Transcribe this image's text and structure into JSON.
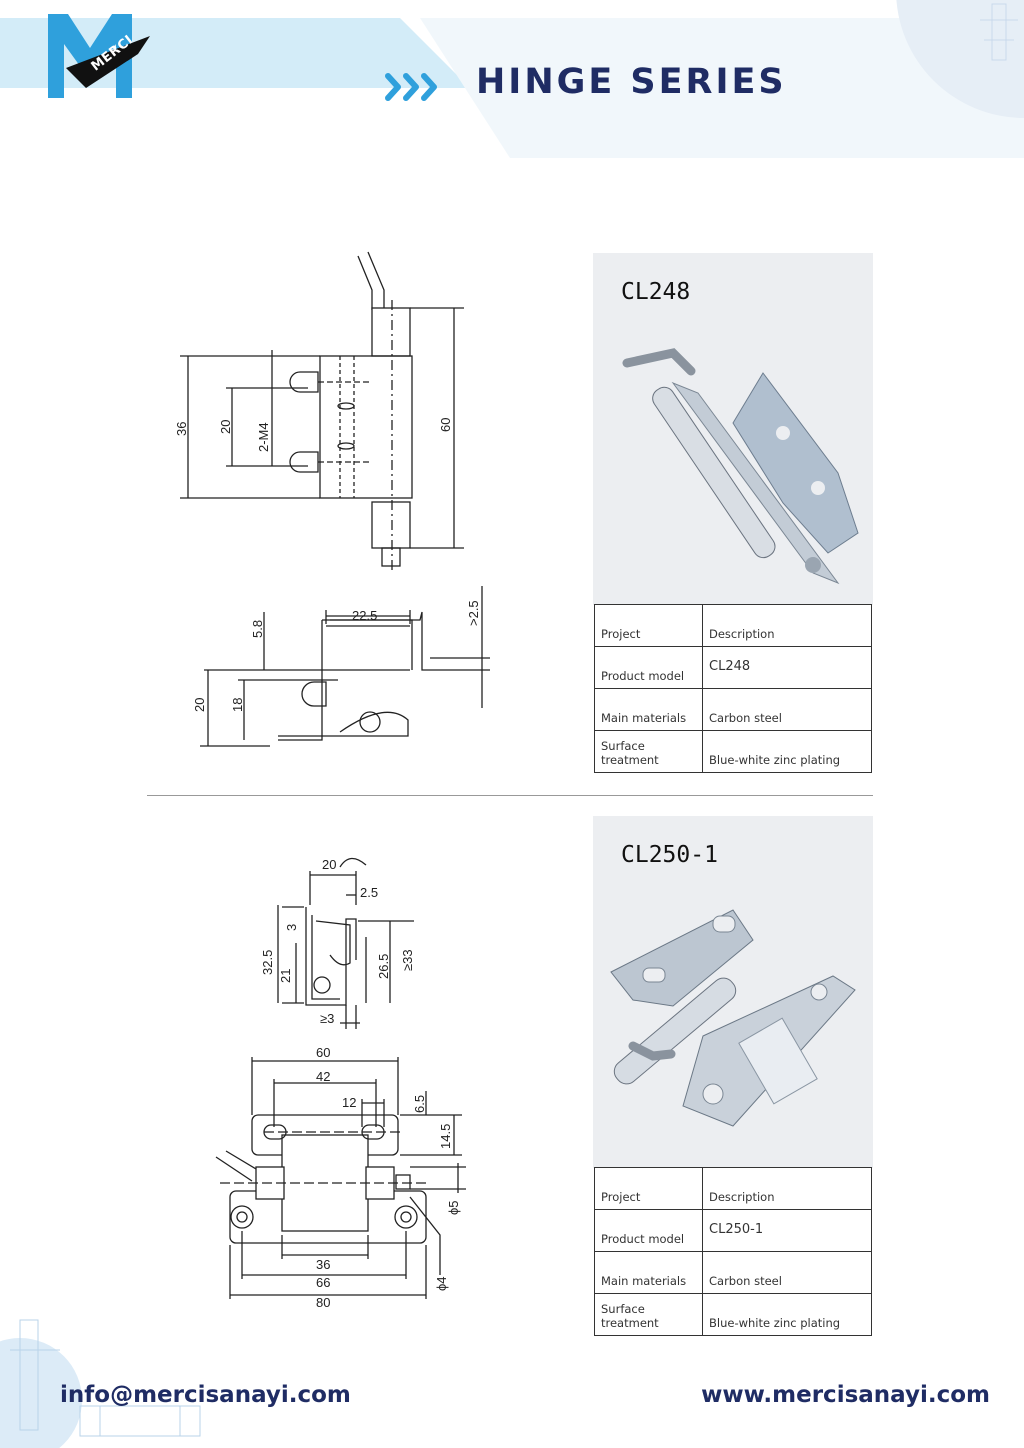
{
  "header": {
    "brand_logo_text": "MERCI",
    "series_title": "HINGE SERIES",
    "colors": {
      "navy": "#1f2c64",
      "logo_blue": "#2fa0dc",
      "light_band": "#d3ecf8"
    }
  },
  "products": [
    {
      "model_title": "CL248",
      "table": {
        "header": {
          "key": "Project",
          "value": "Description"
        },
        "rows": [
          {
            "key": "Product model",
            "value": "CL248"
          },
          {
            "key": "Main materials",
            "value": "Carbon steel"
          },
          {
            "key": "Surface treatment",
            "value": "Blue-white zinc plating"
          }
        ]
      },
      "drawing_dims": {
        "front": [
          "36",
          "20",
          "2-M4",
          "60"
        ],
        "side": [
          "22.5",
          ">2.5",
          "5.8",
          "20",
          "18"
        ]
      }
    },
    {
      "model_title": "CL250-1",
      "table": {
        "header": {
          "key": "Project",
          "value": "Description"
        },
        "rows": [
          {
            "key": "Product model",
            "value": "CL250-1"
          },
          {
            "key": "Main materials",
            "value": "Carbon steel"
          },
          {
            "key": "Surface treatment",
            "value": "Blue-white zinc plating"
          }
        ]
      },
      "drawing_dims": {
        "side": [
          "20",
          "2.5",
          "3",
          "32.5",
          "21",
          "26.5",
          "≥33",
          "≥3"
        ],
        "front": [
          "60",
          "42",
          "12",
          "6.5",
          "14.5",
          "ϕ5",
          "36",
          "66",
          "80",
          "ϕ4"
        ]
      }
    }
  ],
  "footer": {
    "email": "info@mercisanayi.com",
    "website": "www.mercisanayi.com"
  }
}
